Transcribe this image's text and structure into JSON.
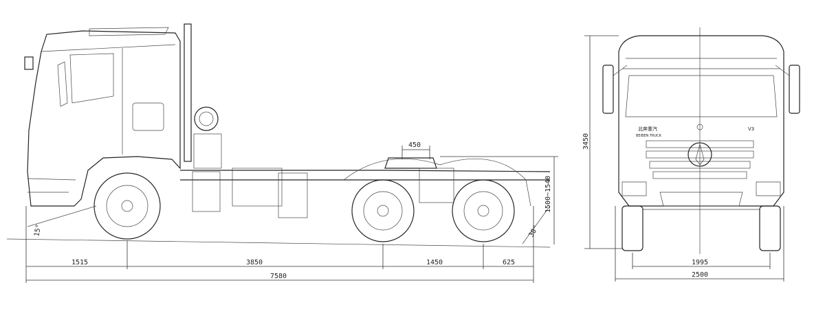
{
  "side_view": {
    "dimensions": {
      "front_overhang": "1515",
      "wheelbase_front": "3850",
      "wheelbase_rear": "1450",
      "rear_overhang": "625",
      "overall_length": "7580",
      "fifth_wheel_offset": "450",
      "fifth_wheel_height": "1500~1540",
      "approach_angle": "15°",
      "departure_angle": "30°"
    }
  },
  "front_view": {
    "dimensions": {
      "overall_height": "3450",
      "track_width": "1995",
      "overall_width": "2500"
    },
    "badge_cn": "北奔重汽",
    "badge_en": "BEIBEN TRUCK",
    "model_badge": "V3"
  }
}
